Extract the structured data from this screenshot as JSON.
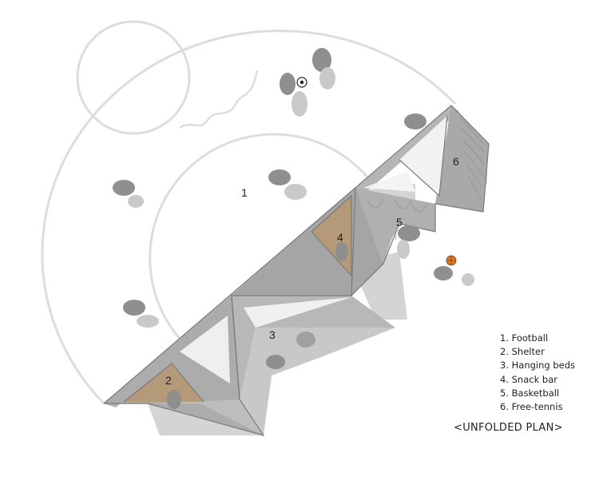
{
  "title": "<UNFOLDED PLAN>",
  "zones": [
    {
      "id": "1",
      "label": "1"
    },
    {
      "id": "2",
      "label": "2"
    },
    {
      "id": "3",
      "label": "3"
    },
    {
      "id": "4",
      "label": "4"
    },
    {
      "id": "5",
      "label": "5"
    },
    {
      "id": "6",
      "label": "6"
    }
  ],
  "legend": [
    "1. Football",
    "2. Shelter",
    "3. Hanging beds",
    "4. Snack bar",
    "5. Basketball",
    "6. Free-tennis"
  ],
  "colors": {
    "structure": "#a9a9a9",
    "shadow": "#cfcfcf",
    "wood": "#b59a7a",
    "court_lines": "#dddddd",
    "ball": "#d9772c"
  },
  "icons": [
    "football-icon",
    "basketball-icon",
    "person-figure"
  ]
}
